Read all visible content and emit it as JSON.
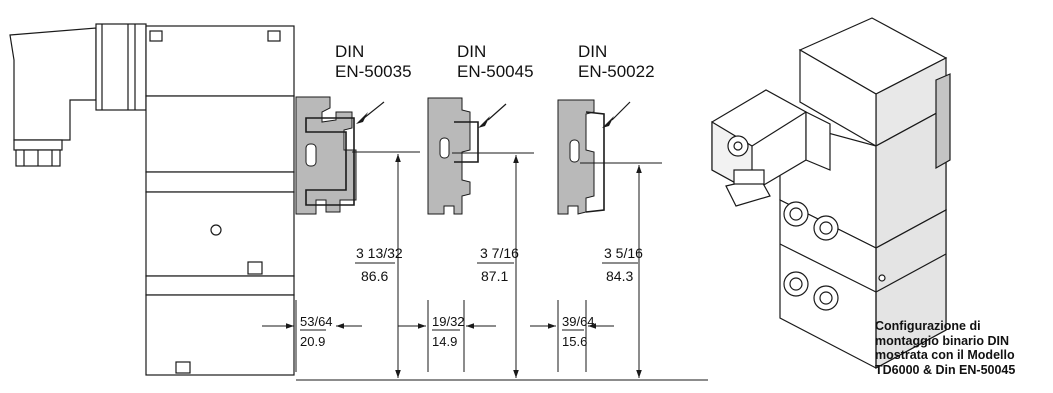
{
  "rails": [
    {
      "din": "DIN",
      "standard": "EN-50035",
      "height_fraction": "3 13/32",
      "height_mm": "86.6",
      "offset_fraction": "53/64",
      "offset_mm": "20.9"
    },
    {
      "din": "DIN",
      "standard": "EN-50045",
      "height_fraction": "3 7/16",
      "height_mm": "87.1",
      "offset_fraction": "19/32",
      "offset_mm": "14.9"
    },
    {
      "din": "DIN",
      "standard": "EN-50022",
      "height_fraction": "3 5/16",
      "height_mm": "84.3",
      "offset_fraction": "39/64",
      "offset_mm": "15.6"
    }
  ],
  "caption": {
    "lines": [
      "Configurazione di",
      "montaggio binario DIN",
      "mostrata con il Modello",
      "TD6000 & Din EN-50045"
    ]
  },
  "colors": {
    "line": "#1a1a1a",
    "rail_fill": "#b9b9b9",
    "body_fill": "#ffffff"
  }
}
